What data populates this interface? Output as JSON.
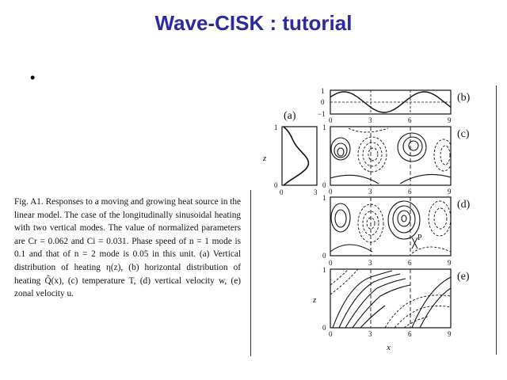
{
  "slide": {
    "title": "Wave-CISK : tutorial",
    "bullet": "•"
  },
  "figure": {
    "caption": "Fig. A1. Responses to a moving and growing heat source in the linear model. The case of the longitudinally sinusoidal heating with two vertical modes. The value of normalized parameters are Cr = 0.062 and Ci = 0.031. Phase speed of n = 1 mode is 0.1 and that of n = 2 mode is 0.05 in this unit. (a) Vertical distribution of heating η(z), (b) horizontal distribution of heating Q̃(x), (c) temperature T, (d) vertical velocity w, (e) zonal velocity u.",
    "panels": {
      "a": {
        "label": "(a)",
        "x_ticks": [
          "0",
          "3"
        ],
        "y_ticks": [
          "0",
          "1"
        ],
        "ylabel": "z"
      },
      "b": {
        "label": "(b)",
        "y_ticks": [
          "1",
          "0",
          "−1"
        ]
      },
      "c": {
        "label": "(c)",
        "y_ticks": [
          "1",
          "0"
        ]
      },
      "d": {
        "label": "(d)",
        "y_ticks": [
          "1",
          "0"
        ],
        "annotation": "P"
      },
      "e": {
        "label": "(e)",
        "y_ticks": [
          "1",
          "0"
        ],
        "ylabel": "z",
        "xlabel": "x"
      }
    },
    "x_ticks": [
      "0",
      "3",
      "6",
      "9"
    ]
  }
}
